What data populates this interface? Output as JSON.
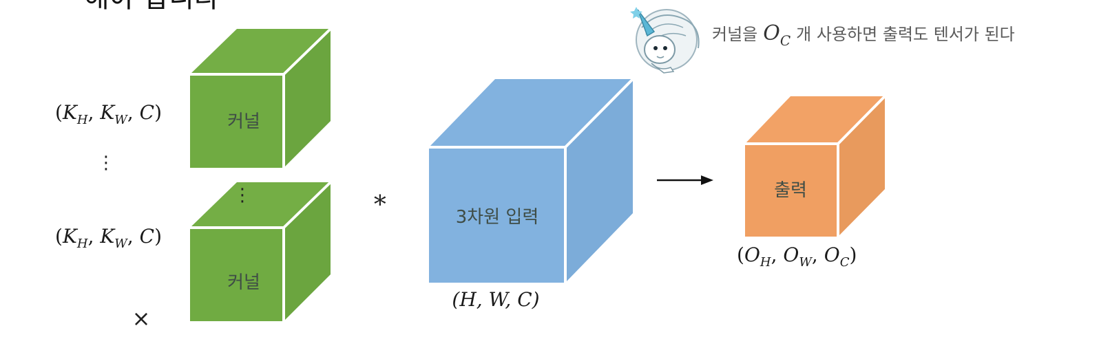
{
  "heading": "해야 합니다",
  "kernel_dims": "(Kₕ, Kᵂ, C)",
  "kernel_dims_parts": {
    "open": "(",
    "k": "K",
    "h": "H",
    "w": "W",
    "c": "C",
    "close": ")",
    "sep": ", "
  },
  "kernel_label": "커널",
  "vertical_dots": "⋮",
  "times_symbol": "×",
  "convolution_symbol": "∗",
  "input_label": "3차원 입력",
  "input_dims": "(H, W, C)",
  "output_label": "출력",
  "output_dims_parts": {
    "open": "(",
    "o": "O",
    "h": "H",
    "w": "W",
    "c": "C",
    "close": ")",
    "sep": ", "
  },
  "note": {
    "prefix": "커널을",
    "math_main": "O",
    "math_sub": "C",
    "suffix": "개 사용하면 출력도 텐서가 된다",
    "icon": "unicorn-mascot-icon"
  },
  "colors": {
    "kernel_front": "#70AB42",
    "kernel_top": "#74AE45",
    "kernel_side": "#6BA53F",
    "input_front": "#82B2DF",
    "input_top": "#82B2DF",
    "input_side": "#7CACD9",
    "output_front": "#F09F62",
    "output_top": "#F2A266",
    "output_side": "#E89A5D",
    "edge": "#ffffff"
  }
}
